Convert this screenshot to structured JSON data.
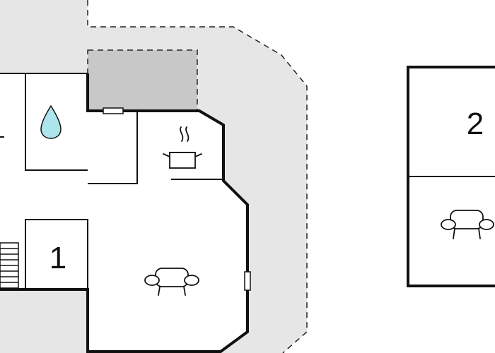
{
  "plan": {
    "rooms": [
      {
        "id": "room-1",
        "number": "1"
      },
      {
        "id": "room-2",
        "number": "2"
      }
    ],
    "icons": [
      "water-drop-icon",
      "cooking-pot-icon",
      "sofa-icon",
      "sofa-icon",
      "stairs-icon"
    ],
    "colors": {
      "outdoor_area": "#e6e6e6",
      "shaded_area": "#c8c8c8",
      "walls": "#111111",
      "water_drop": "#aee4ec",
      "background": "#ffffff"
    }
  }
}
